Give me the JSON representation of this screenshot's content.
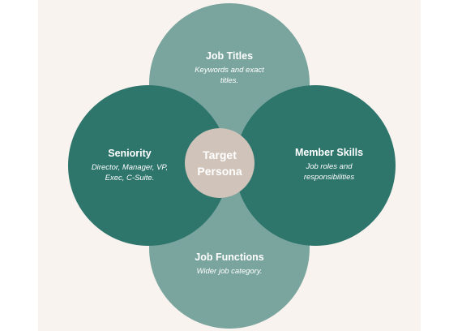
{
  "diagram": {
    "center": {
      "line1": "Target",
      "line2": "Persona"
    },
    "top": {
      "title": "Job Titles",
      "desc_line1": "Keywords and exact",
      "desc_line2": "titles."
    },
    "left": {
      "title": "Seniority",
      "desc_line1": "Director, Manager, VP,",
      "desc_line2": "Exec, C-Suite."
    },
    "right": {
      "title": "Member Skills",
      "desc_line1": "Job roles and",
      "desc_line2": "responsibilities"
    },
    "bottom": {
      "title": "Job Functions",
      "desc_line1": "Wider job category."
    },
    "colors": {
      "dark_teal": "#2e756c",
      "light_teal": "#7aa59e",
      "center": "#d0c3b9",
      "panel": "#f8f3ef"
    }
  }
}
